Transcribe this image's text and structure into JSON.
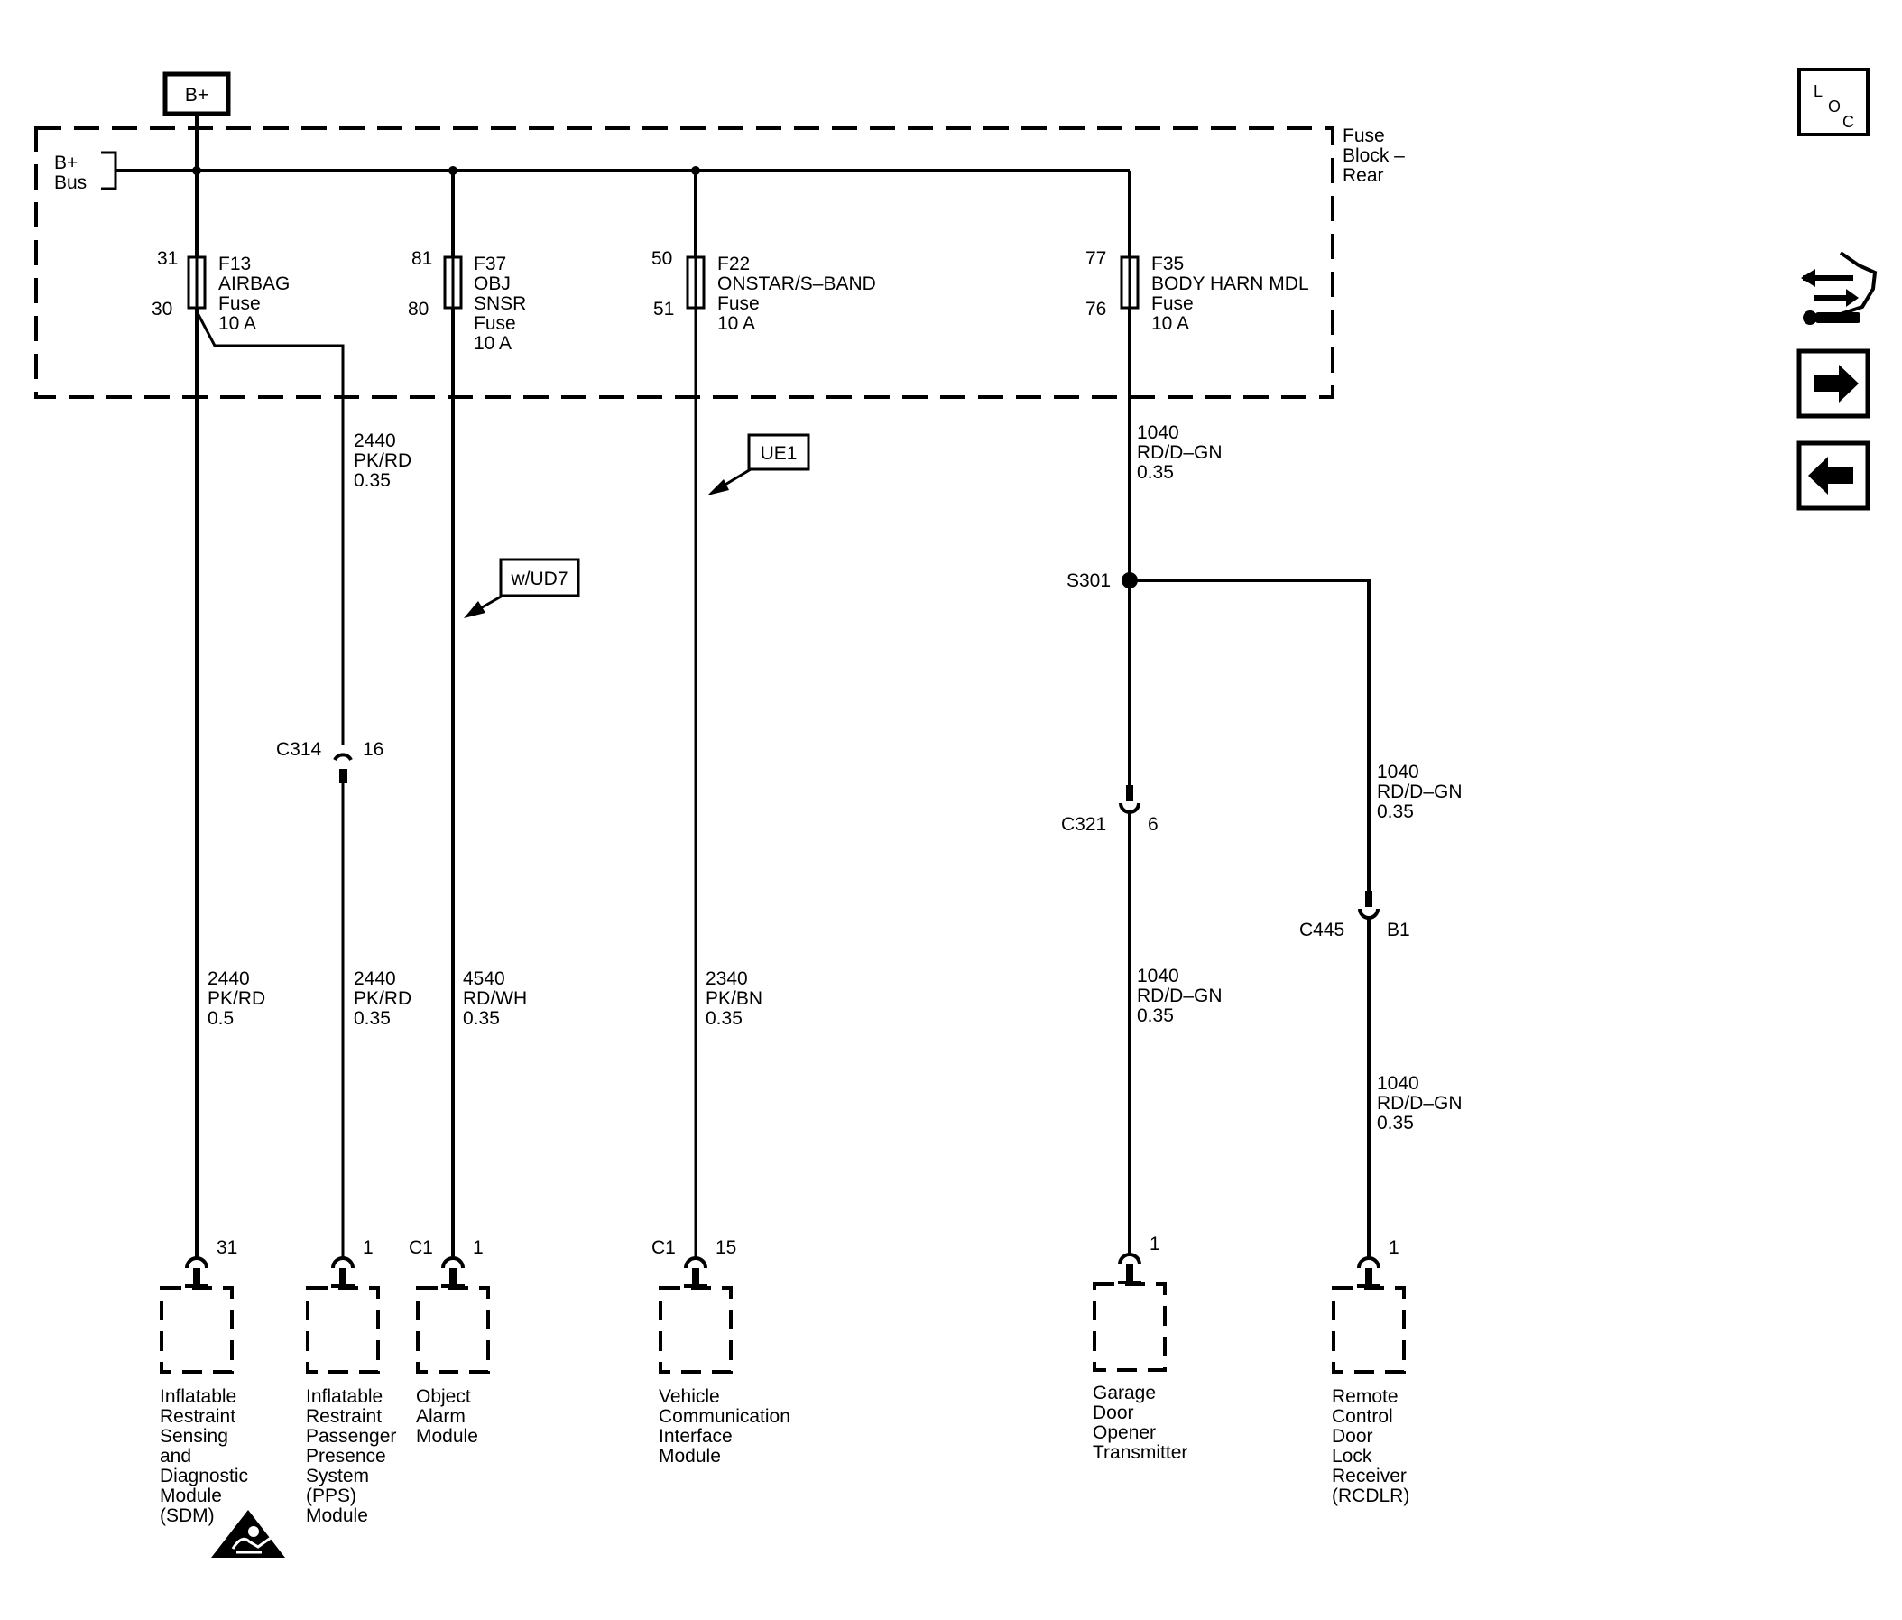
{
  "battery": {
    "label": "B+"
  },
  "bus": {
    "line1": "B+",
    "line2": "Bus"
  },
  "fuse_block": {
    "line1": "Fuse",
    "line2": "Block –",
    "line3": "Rear"
  },
  "fuses": [
    {
      "pin_top": "31",
      "pin_bottom": "30",
      "name": "F13",
      "line2": "AIRBAG",
      "line3": "Fuse",
      "line4": "10 A"
    },
    {
      "pin_top": "81",
      "pin_bottom": "80",
      "name": "F37",
      "line2": "OBJ",
      "line3": "SNSR",
      "line4": "Fuse",
      "line5": "10 A"
    },
    {
      "pin_top": "50",
      "pin_bottom": "51",
      "name": "F22",
      "line2": "ONSTAR/S–BAND",
      "line3": "Fuse",
      "line4": "10 A"
    },
    {
      "pin_top": "77",
      "pin_bottom": "76",
      "name": "F35",
      "line2": "BODY HARN MDL",
      "line3": "Fuse",
      "line4": "10 A"
    }
  ],
  "wires": {
    "sdm_pps_upper": {
      "circuit": "2440",
      "color": "PK/RD",
      "gauge": "0.35"
    },
    "f35_out": {
      "circuit": "1040",
      "color": "RD/D–GN",
      "gauge": "0.35"
    },
    "sdm": {
      "circuit": "2440",
      "color": "PK/RD",
      "gauge": "0.5"
    },
    "pps_lower": {
      "circuit": "2440",
      "color": "PK/RD",
      "gauge": "0.35"
    },
    "obj": {
      "circuit": "4540",
      "color": "RD/WH",
      "gauge": "0.35"
    },
    "vcim": {
      "circuit": "2340",
      "color": "PK/BN",
      "gauge": "0.35"
    },
    "garage": {
      "circuit": "1040",
      "color": "RD/D–GN",
      "gauge": "0.35"
    },
    "rcdlr_upper": {
      "circuit": "1040",
      "color": "RD/D–GN",
      "gauge": "0.35"
    },
    "rcdlr_lower": {
      "circuit": "1040",
      "color": "RD/D–GN",
      "gauge": "0.35"
    }
  },
  "options": {
    "ue1": "UE1",
    "ud7": "w/UD7"
  },
  "splice": {
    "label": "S301"
  },
  "inline_connectors": {
    "c314": {
      "name": "C314",
      "pin": "16"
    },
    "c321": {
      "name": "C321",
      "pin": "6"
    },
    "c445": {
      "name": "C445",
      "pin": "B1"
    }
  },
  "module_connectors": {
    "sdm": {
      "pin": "31"
    },
    "pps": {
      "pin": "1"
    },
    "obj": {
      "conn": "C1",
      "pin": "1"
    },
    "vcim": {
      "conn": "C1",
      "pin": "15"
    },
    "garage": {
      "pin": "1"
    },
    "rcdlr": {
      "pin": "1"
    }
  },
  "modules": {
    "sdm": [
      "Inflatable",
      "Restraint",
      "Sensing",
      "and",
      "Diagnostic",
      "Module",
      "(SDM)"
    ],
    "pps": [
      "Inflatable",
      "Restraint",
      "Passenger",
      "Presence",
      "System",
      "(PPS)",
      "Module"
    ],
    "obj": [
      "Object",
      "Alarm",
      "Module"
    ],
    "vcim": [
      "Vehicle",
      "Communication",
      "Interface",
      "Module"
    ],
    "garage": [
      "Garage",
      "Door",
      "Opener",
      "Transmitter"
    ],
    "rcdlr": [
      "Remote",
      "Control",
      "Door",
      "Lock",
      "Receiver",
      "(RCDLR)"
    ]
  },
  "nav": {
    "loc": {
      "l": "L",
      "o": "O",
      "c": "C"
    }
  },
  "icons": [
    "loc-icon",
    "harness-icon",
    "arrow-right-icon",
    "arrow-left-icon",
    "airbag-warning-icon"
  ]
}
